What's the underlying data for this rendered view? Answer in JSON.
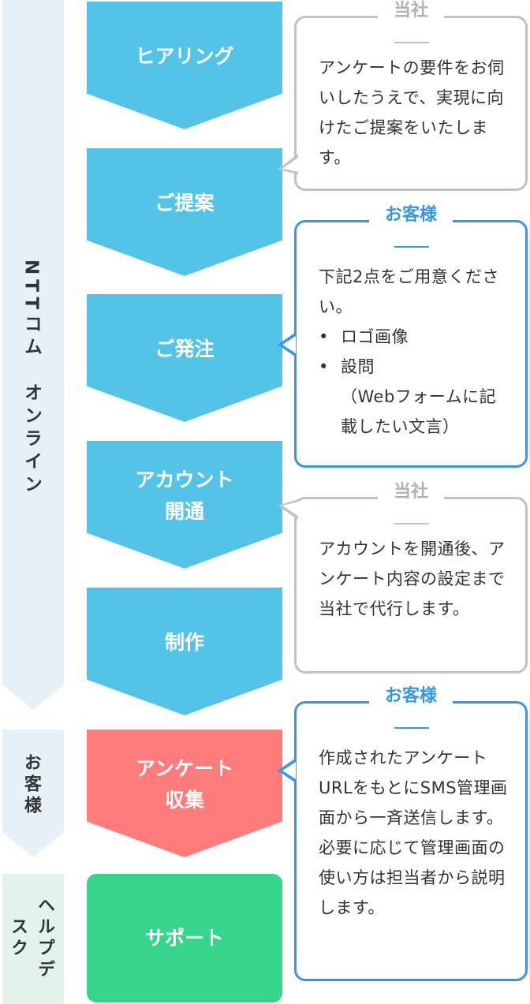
{
  "phases": [
    {
      "label": "NTTコム　オンライン",
      "color": "#e5f1f7"
    },
    {
      "label": "お客様",
      "color": "#e5f1f7"
    },
    {
      "label": "ヘルプデスク",
      "color": "#e1f3ea"
    }
  ],
  "steps": [
    {
      "label": "ヒアリング",
      "color": "#53c4e8"
    },
    {
      "label": "ご提案",
      "color": "#53c4e8"
    },
    {
      "label": "ご発注",
      "color": "#53c4e8"
    },
    {
      "label": "アカウント\n開通",
      "color": "#53c4e8"
    },
    {
      "label": "制作",
      "color": "#53c4e8"
    },
    {
      "label": "アンケート\n収集",
      "color": "#ff7c7c"
    },
    {
      "label": "サポート",
      "color": "#37d58c"
    }
  ],
  "callouts": [
    {
      "tag": "当社",
      "text": "アンケートの要件をお伺いしたうえで、実現に向けたご提案をいたします。"
    },
    {
      "tag": "お客様",
      "text": "下記2点をご用意ください。",
      "items": [
        "ロゴ画像",
        "設問"
      ],
      "note": "（Webフォームに記載したい文言）"
    },
    {
      "tag": "当社",
      "text": "アカウントを開通後、アンケート内容の設定まで当社で代行します。"
    },
    {
      "tag": "お客様",
      "text": "作成されたアンケートURLをもとにSMS管理画面から一斉送信します。必要に応じて管理画面の使い方は担当者から説明します。"
    }
  ],
  "colors": {
    "company_border": "#c2c2c2",
    "customer_border": "#3797e6"
  }
}
